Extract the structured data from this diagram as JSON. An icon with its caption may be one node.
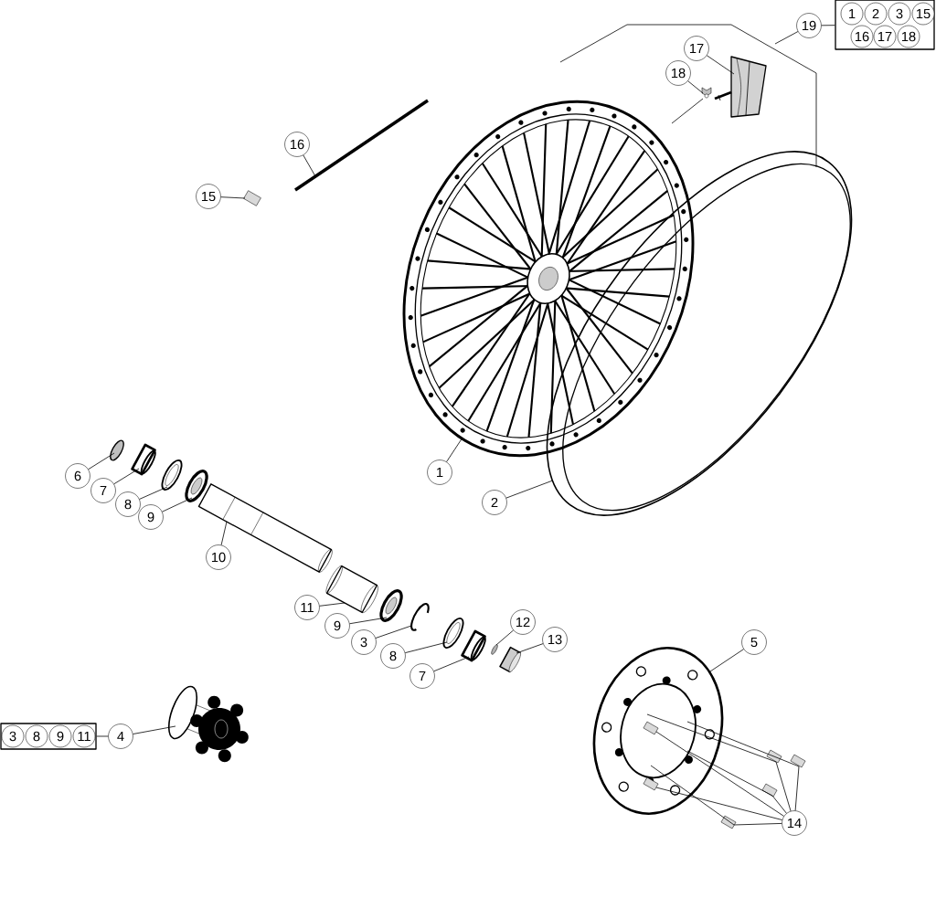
{
  "diagram": {
    "nodes": [
      {
        "text": [
          "19"
        ]
      },
      {
        "text": [],
        "shape": "box"
      },
      {
        "text": [
          "1"
        ],
        "in": 1
      },
      {
        "text": [
          "2"
        ],
        "in": 1
      },
      {
        "text": [
          "3"
        ],
        "in": 1
      },
      {
        "text": [
          "15"
        ],
        "in": 1
      },
      {
        "text": [
          "16"
        ],
        "in": 1
      },
      {
        "text": [
          "17"
        ],
        "in": 1
      },
      {
        "text": [
          "18"
        ],
        "in": 1
      },
      {
        "text": [
          "17"
        ]
      },
      {
        "text": [
          "18"
        ]
      },
      {
        "text": [
          "16"
        ]
      },
      {
        "text": [
          "15"
        ]
      },
      {
        "text": [
          "1"
        ]
      },
      {
        "text": [
          "2"
        ]
      },
      {
        "text": [
          "6"
        ]
      },
      {
        "text": [
          "7"
        ]
      },
      {
        "text": [
          "8"
        ]
      },
      {
        "text": [
          "9"
        ]
      },
      {
        "text": [
          "10"
        ]
      },
      {
        "text": [
          "11"
        ]
      },
      {
        "text": [
          "9"
        ]
      },
      {
        "text": [
          "3"
        ]
      },
      {
        "text": [
          "12"
        ]
      },
      {
        "text": [
          "8"
        ]
      },
      {
        "text": [
          "13"
        ]
      },
      {
        "text": [
          "7"
        ]
      },
      {
        "text": [
          "5"
        ]
      },
      {
        "text": [],
        "shape": "box"
      },
      {
        "text": [
          "3"
        ],
        "in": 28
      },
      {
        "text": [
          "8"
        ],
        "in": 28
      },
      {
        "text": [
          "9"
        ],
        "in": 28
      },
      {
        "text": [
          "11"
        ],
        "in": 28
      },
      {
        "text": [
          "4"
        ]
      },
      {
        "text": [
          "14"
        ]
      },
      {
        "text": [],
        "shape": "picture"
      },
      {
        "text": [],
        "shape": "picture"
      },
      {
        "text": [],
        "shape": "picture"
      },
      {
        "text": [],
        "shape": "picture"
      },
      {
        "text": [],
        "shape": "picture"
      },
      {
        "text": [],
        "shape": "picture"
      },
      {
        "text": [],
        "shape": "picture"
      },
      {
        "text": [],
        "shape": "picture"
      },
      {
        "text": [],
        "shape": "picture"
      },
      {
        "text": [],
        "shape": "picture"
      },
      {
        "text": [],
        "shape": "picture"
      },
      {
        "text": [],
        "shape": "picture"
      },
      {
        "text": [],
        "shape": "picture"
      },
      {
        "text": [],
        "shape": "picture"
      },
      {
        "text": [],
        "shape": "picture"
      },
      {
        "text": [],
        "shape": "picture"
      },
      {
        "text": [],
        "shape": "picture"
      },
      {
        "text": [],
        "shape": "picture"
      },
      {
        "text": [],
        "shape": "picture"
      },
      {
        "text": [],
        "shape": "picture"
      },
      {
        "text": [],
        "shape": "picture"
      },
      {
        "text": [],
        "shape": "picture"
      },
      {
        "text": [],
        "shape": "picture"
      },
      {
        "text": [],
        "shape": "picture"
      },
      {
        "text": [],
        "shape": "picture",
        "in": 54
      },
      {
        "text": [],
        "shape": "picture",
        "in": 54
      }
    ],
    "edges": [
      {
        "from": 0,
        "to": 1,
        "arrow": "none"
      },
      {
        "from": 0,
        "to": null,
        "arrow": "none"
      },
      {
        "from": 9,
        "to": 39,
        "arrow": "none"
      },
      {
        "from": 10,
        "to": 40,
        "arrow": "none"
      },
      {
        "from": 11,
        "to": 37,
        "arrow": "none"
      },
      {
        "from": 12,
        "to": 38,
        "arrow": "none"
      },
      {
        "from": 13,
        "to": 35,
        "arrow": "none"
      },
      {
        "from": 14,
        "to": 36,
        "arrow": "none"
      },
      {
        "from": 15,
        "to": 41,
        "arrow": "none"
      },
      {
        "from": 16,
        "to": 42,
        "arrow": "none"
      },
      {
        "from": 17,
        "to": 43,
        "arrow": "none"
      },
      {
        "from": 18,
        "to": 44,
        "arrow": "none"
      },
      {
        "from": 19,
        "to": 45,
        "arrow": "none"
      },
      {
        "from": 20,
        "to": 46,
        "arrow": "none"
      },
      {
        "from": 21,
        "to": 47,
        "arrow": "none"
      },
      {
        "from": 22,
        "to": 48,
        "arrow": "none"
      },
      {
        "from": 23,
        "to": 51,
        "arrow": "none"
      },
      {
        "from": 24,
        "to": 49,
        "arrow": "none"
      },
      {
        "from": 25,
        "to": 52,
        "arrow": "none"
      },
      {
        "from": 26,
        "to": 50,
        "arrow": "none"
      },
      {
        "from": 27,
        "to": 54,
        "arrow": "none"
      },
      {
        "from": 28,
        "to": 33,
        "arrow": "none"
      },
      {
        "from": 33,
        "to": 53,
        "arrow": "none"
      },
      {
        "from": 34,
        "to": 55,
        "arrow": "none"
      },
      {
        "from": 34,
        "to": 56,
        "arrow": "none"
      },
      {
        "from": 34,
        "to": 57,
        "arrow": "none"
      },
      {
        "from": 34,
        "to": 58,
        "arrow": "none"
      },
      {
        "from": 34,
        "to": 59,
        "arrow": "none"
      },
      {
        "from": 34,
        "to": 60,
        "arrow": "none"
      },
      {
        "from": 54,
        "to": 55,
        "arrow": "none"
      },
      {
        "from": 54,
        "to": 56,
        "arrow": "none"
      },
      {
        "from": 54,
        "to": 57,
        "arrow": "none"
      },
      {
        "from": 54,
        "to": 58,
        "arrow": "none"
      },
      {
        "from": 40,
        "to": 35,
        "arrow": "none"
      }
    ]
  }
}
